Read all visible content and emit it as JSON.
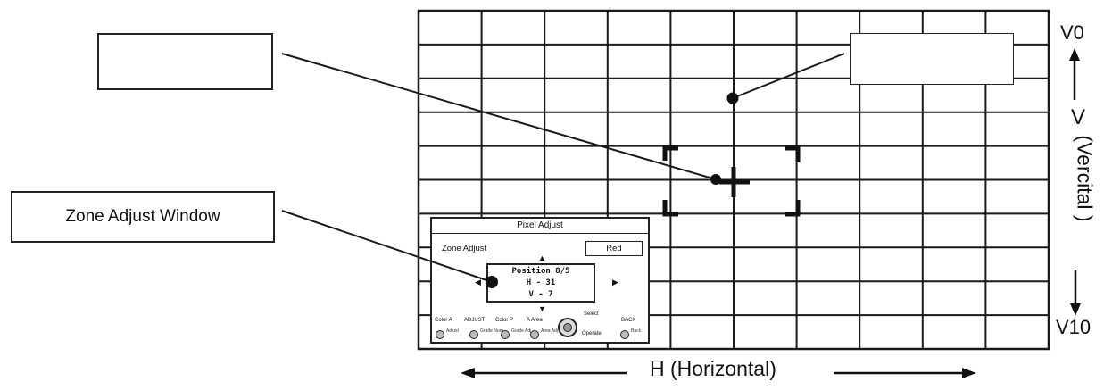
{
  "callouts": {
    "left_top": "",
    "zone_adjust": "Zone Adjust Window",
    "right_top": ""
  },
  "axis": {
    "v_top": "V0",
    "v_bottom": "V10",
    "v_letter": "V",
    "v_name": "(Vercital )",
    "horizontal": "H (Horizontal)"
  },
  "grid": {
    "columns": 10,
    "rows": 10
  },
  "osd": {
    "title": "Pixel Adjust",
    "zone_label": "Zone Adjust",
    "color_value": "Red",
    "position_line": "Position  8/5",
    "h_line": "H - 31",
    "v_line": "V - 7",
    "buttons": [
      {
        "label": "Color A",
        "sub": "Adjust"
      },
      {
        "label": "ADJUST",
        "sub": "Grade Num"
      },
      {
        "label": "Color P",
        "sub": "Grade Adj"
      },
      {
        "label": "A Area",
        "sub": "Area Adj"
      }
    ],
    "select_label": "Select",
    "operate_label": "Operate",
    "back_label": "BACK",
    "back_sub": "Back"
  },
  "colors": {
    "line": "#1a1a1a",
    "background": "#ffffff"
  }
}
